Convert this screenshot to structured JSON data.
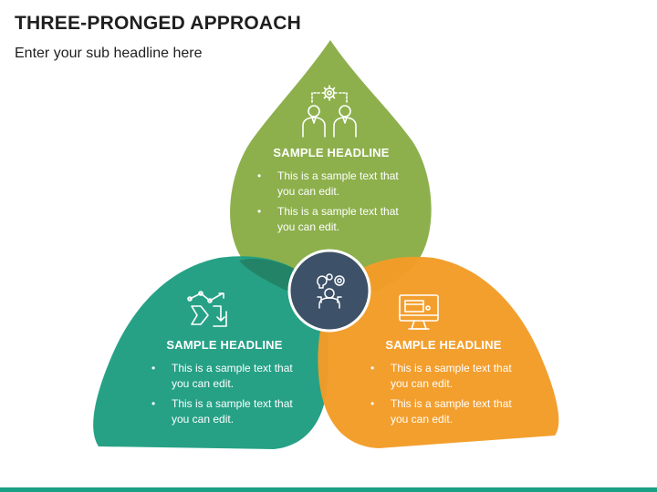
{
  "header": {
    "title": "THREE-PRONGED APPROACH",
    "subtitle": "Enter your sub headline here"
  },
  "colors": {
    "top": "#8db04c",
    "left": "#1f9e82",
    "right": "#f39c27",
    "center": "#3d5168",
    "accent_bar": "#1aa084"
  },
  "blocks": {
    "top": {
      "icon": "team-gear-icon",
      "headline": "SAMPLE HEADLINE",
      "bullets": [
        "This is a sample text that you can edit.",
        "This is a sample text that you can edit."
      ]
    },
    "left": {
      "icon": "strategy-arrows-icon",
      "headline": "SAMPLE HEADLINE",
      "bullets": [
        "This is a sample text that you can edit.",
        "This is a sample text that you can edit."
      ]
    },
    "right": {
      "icon": "monitor-icon",
      "headline": "SAMPLE HEADLINE",
      "bullets": [
        "This is a sample text that you can edit.",
        "This is a sample text that you can edit."
      ]
    }
  },
  "center": {
    "icon": "idea-person-icon"
  }
}
